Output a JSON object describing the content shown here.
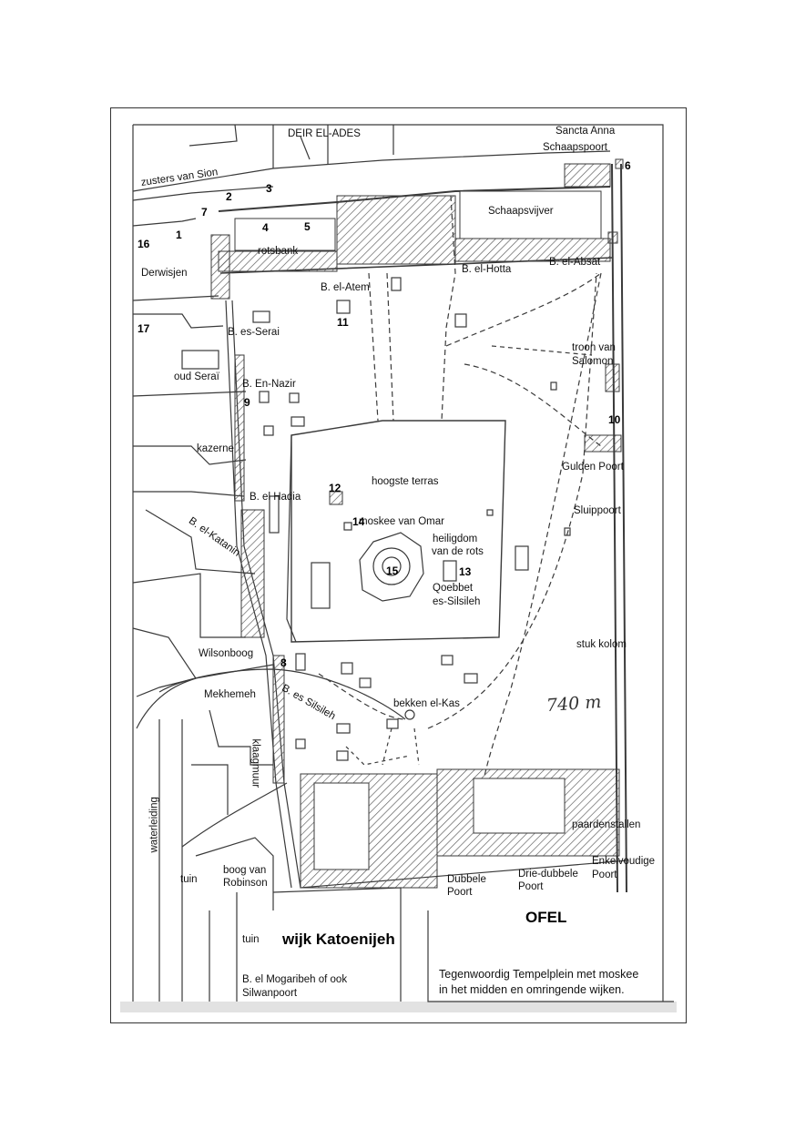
{
  "labels": {
    "deir_el_ades": "DEIR EL-ADES",
    "sancta_anna": "Sancta Anna",
    "schaapspoort": "Schaapspoort",
    "zusters_van_sion": "zusters van Sion",
    "schaapsvijver": "Schaapsvijver",
    "rotsbank": "rotsbank",
    "derwisjen": "Derwisjen",
    "b_el_hotta": "B. el-Hotta",
    "b_el_absat": "B. el-Absat",
    "b_el_atem": "B. el-Atem",
    "b_es_serai": "B. es-Serai",
    "oud_serai": "oud Seraï",
    "troon_van": "troon van",
    "salomon": "Salomon",
    "b_en_nazir": "B. En-Nazir",
    "kazerne": "kazerne",
    "hoogste_terras": "hoogste terras",
    "gulden_poort": "Gulden Poort",
    "b_el_hadia": "B. el Hadia",
    "sluippoort": "Sluippoort",
    "b_el_katanin": "B. el-Katanin",
    "moskee_van_omar": "moskee van Omar",
    "heiligdom": "heiligdom",
    "van_de_rots": "van de rots",
    "qoebbet": "Qoebbet",
    "es_silsileh": "es-Silsileh",
    "stuk_kolom": "stuk kolom",
    "wilsonboog": "Wilsonboog",
    "b_es_silsileh": "B. es Silsileh",
    "mekhemeh": "Mekhemeh",
    "bekken_el_kas": "bekken el-Kas",
    "klaagmuur": "klaagmuur",
    "waterleiding": "waterleiding",
    "paardenstallen": "paardenstallen",
    "boog_van": "boog van",
    "robinson": "Robinson",
    "tuin_1": "tuin",
    "dubbele": "Dubbele",
    "poort_1": "Poort",
    "drie_dubbele": "Drie-dubbele",
    "poort_2": "Poort",
    "enkelvoudige": "Enkelvoudige",
    "poort_3": "Poort",
    "tuin_2": "tuin",
    "b_el_mogaribeh": "B. el Mogaribeh of ook",
    "silwanpoort": "Silwanpoort"
  },
  "large_labels": {
    "ofel": "OFEL",
    "wijk_katoenijeh": "wijk Katoenijeh"
  },
  "numbers": [
    "1",
    "2",
    "3",
    "4",
    "5",
    "6",
    "7",
    "8",
    "9",
    "10",
    "11",
    "12",
    "13",
    "14",
    "15",
    "16",
    "17"
  ],
  "scale_note": "740 m",
  "caption": {
    "line1": "Tegenwoordig Tempelplein met moskee",
    "line2": "in het midden en omringende wijken."
  },
  "colors": {
    "ink": "#3a3a3a",
    "hatch": "#555555",
    "paper": "#ffffff",
    "strip": "#e2e2e2"
  }
}
